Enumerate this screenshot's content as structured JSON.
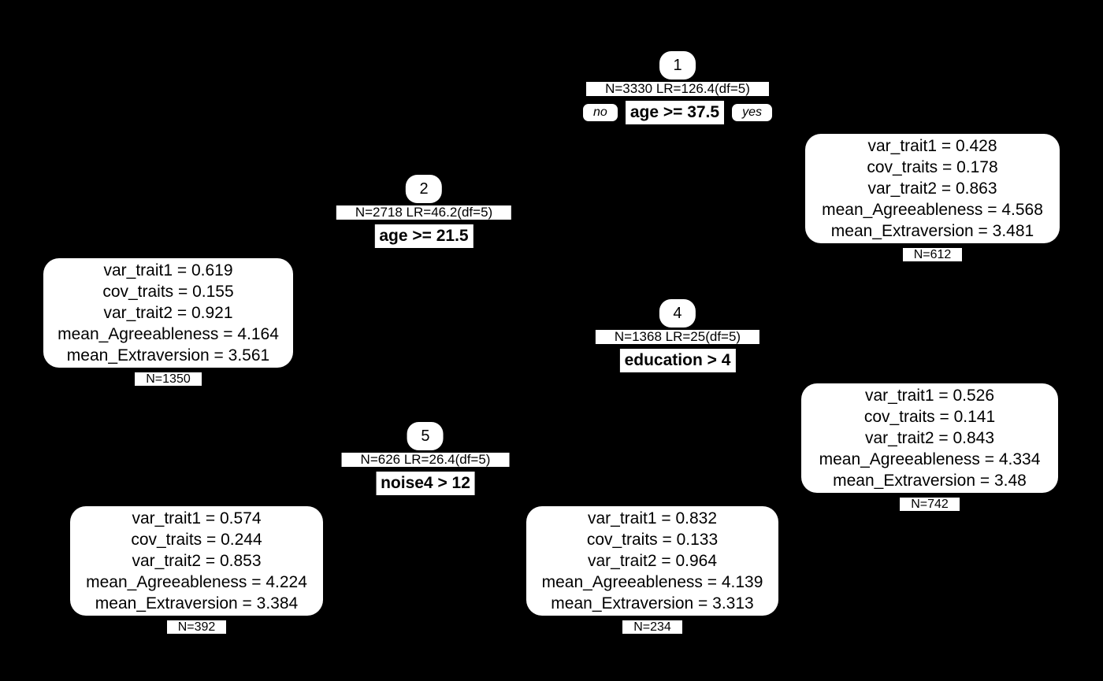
{
  "diagram_type": "model-based recursive partitioning tree",
  "colors": {
    "background": "#000000",
    "node_fill": "#ffffff",
    "text": "#000000"
  },
  "nodes": {
    "n1": {
      "id": "1",
      "stats": "N=3330 LR=126.4(df=5)",
      "split": "age >= 37.5",
      "no_label": "no",
      "yes_label": "yes"
    },
    "n2": {
      "id": "2",
      "stats": "N=2718 LR=46.2(df=5)",
      "split": "age >= 21.5"
    },
    "n4": {
      "id": "4",
      "stats": "N=1368 LR=25(df=5)",
      "split": "education > 4"
    },
    "n5": {
      "id": "5",
      "stats": "N=626 LR=26.4(df=5)",
      "split": "noise4 > 12"
    }
  },
  "terminals": {
    "top_right": {
      "lines": [
        "var_trait1 = 0.428",
        "cov_traits = 0.178",
        "var_trait2 = 0.863",
        "mean_Agreeableness = 4.568",
        "mean_Extraversion = 3.481"
      ],
      "n": "N=612"
    },
    "left": {
      "lines": [
        "var_trait1 = 0.619",
        "cov_traits = 0.155",
        "var_trait2 = 0.921",
        "mean_Agreeableness = 4.164",
        "mean_Extraversion = 3.561"
      ],
      "n": "N=1350"
    },
    "mid_right": {
      "lines": [
        "var_trait1 = 0.526",
        "cov_traits = 0.141",
        "var_trait2 = 0.843",
        "mean_Agreeableness = 4.334",
        "mean_Extraversion = 3.48"
      ],
      "n": "N=742"
    },
    "bottom_left": {
      "lines": [
        "var_trait1 = 0.574",
        "cov_traits = 0.244",
        "var_trait2 = 0.853",
        "mean_Agreeableness = 4.224",
        "mean_Extraversion = 3.384"
      ],
      "n": "N=392"
    },
    "bottom_mid": {
      "lines": [
        "var_trait1 = 0.832",
        "cov_traits = 0.133",
        "var_trait2 = 0.964",
        "mean_Agreeableness = 4.139",
        "mean_Extraversion = 3.313"
      ],
      "n": "N=234"
    }
  }
}
